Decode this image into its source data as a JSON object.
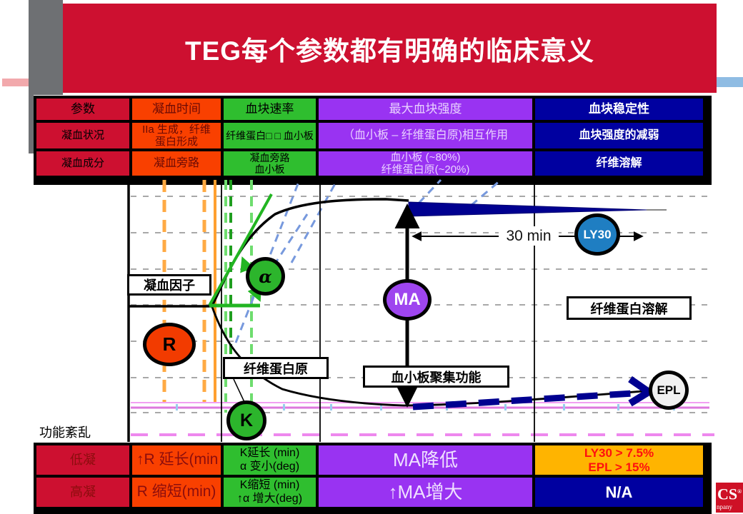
{
  "banner": {
    "title": "TEG每个参数都有明确的临床意义"
  },
  "top_table": {
    "rows": [
      {
        "cells": [
          "参数",
          "凝血时间",
          "血块速率",
          "最大血块强度",
          "血块稳定性"
        ]
      },
      {
        "cells": [
          "凝血状况",
          "IIa 生成，纤维\n蛋白形成",
          "纤维蛋白□ □ 血小板",
          "（血小板 – 纤维蛋白原)相互作用",
          "血块强度的减弱"
        ]
      },
      {
        "cells": [
          "凝血成分",
          "凝血旁路",
          "凝血旁路\n血小板",
          "血小板 (~80%)\n纤维蛋白原(~20%)",
          "纤维溶解"
        ]
      }
    ]
  },
  "diagram": {
    "labels": {
      "clotting_factors": "凝血因子",
      "fibrinogen": "纤维蛋白原",
      "platelet_aggregation": "血小板聚集功能",
      "fibrinolysis": "纤维蛋白溶解",
      "functional_disorder": "功能紊乱",
      "thirty_min": "30 min"
    },
    "markers": {
      "r": "R",
      "k": "K",
      "alpha": "α",
      "ma": "MA",
      "ly30": "LY30",
      "epl": "EPL"
    }
  },
  "bottom_table": {
    "rows": [
      {
        "cells": [
          "低凝",
          "↑R 延长(min",
          "K延长 (min)\nα 变小(deg)",
          "MA降低",
          "LY30 > 7.5%\nEPL > 15%"
        ]
      },
      {
        "cells": [
          "高凝",
          "R 缩短(min)",
          "K缩短 (min)\n↑α 增大(deg)",
          "↑MA增大",
          "N/A"
        ]
      }
    ]
  },
  "logo": {
    "text": "CS",
    "reg": "®",
    "sub": "npany"
  },
  "colors": {
    "crimson": "#CD1030",
    "orange": "#F94000",
    "green": "#2FBE2F",
    "purple": "#9933F2",
    "navy": "#0000A0",
    "amber": "#FFB400",
    "ly30_blue": "#1F7EC2",
    "ma_purple": "#9E45EF",
    "alpha_green": "#2CB52C",
    "r_orange": "#F23B00",
    "lysis_navy": "#000090",
    "gray": "#6E7073",
    "pink_bar": "#F2A9AC",
    "blue_bar": "#8FBCE3"
  }
}
